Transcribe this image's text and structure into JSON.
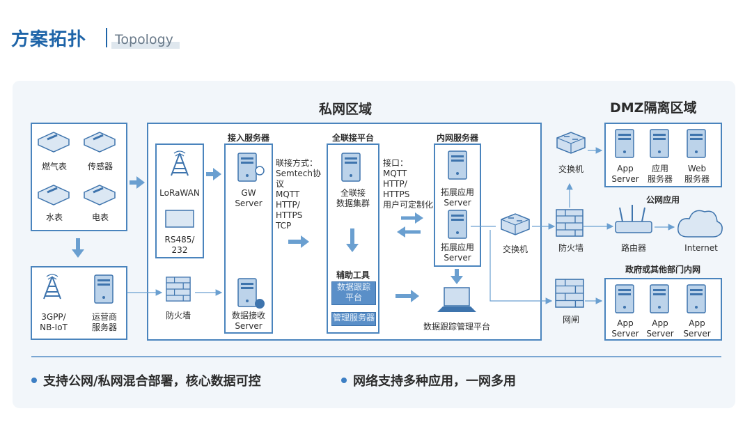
{
  "header": {
    "title": "方案拓扑",
    "subtitle": "Topology"
  },
  "zones": {
    "private": "私网区域",
    "dmz": "DMZ隔离区域"
  },
  "devices": {
    "gas_meter": "燃气表",
    "sensor": "传感器",
    "water_meter": "水表",
    "electric_meter": "电表",
    "lorawan": "LoRaWAN",
    "rs485": "RS485/\n232",
    "nbiot": "3GPP/\nNB-IoT",
    "operator_server": "运营商\n服务器",
    "firewall_left": "防火墙",
    "gw_server": "GW\nServer",
    "data_recv_server": "数据接收\nServer",
    "cluster": "全联接\n数据集群",
    "ext_app_1": "拓展应用\nServer",
    "ext_app_2": "拓展应用\nServer",
    "switch_center": "交换机",
    "switch_top": "交换机",
    "firewall_right": "防火墙",
    "router": "路由器",
    "internet": "Internet",
    "gateway": "网闸",
    "tracking_platform": "数据跟踪管理平台"
  },
  "sections": {
    "access_servers": "接入服务器",
    "platform": "全联接平台",
    "intranet_servers": "内网服务器",
    "aux_tools": "辅助工具"
  },
  "tools": {
    "tracking": "数据跟踪\n平台",
    "management": "管理服务器"
  },
  "protocols": {
    "connect": "联接方式：\nSemtech协议\nMQTT\nHTTP/\nHTTPS\nTCP",
    "interface": "接口：\nMQTT\nHTTP/\nHTTPS\n用户可定制化"
  },
  "dmz_servers": {
    "app": "App\nServer",
    "application": "应用\n服务器",
    "web": "Web\n服务器"
  },
  "labels": {
    "public_app": "公网应用",
    "gov_network": "政府或其他部门内网"
  },
  "gov_servers": [
    "App\nServer",
    "App\nServer",
    "App\nServer"
  ],
  "bullets": [
    "支持公网/私网混合部署，核心数据可控",
    "网络支持多种应用，一网多用"
  ],
  "colors": {
    "accent": "#1e64a8",
    "frame": "#4a84bd",
    "arrow": "#7aa6d2"
  }
}
